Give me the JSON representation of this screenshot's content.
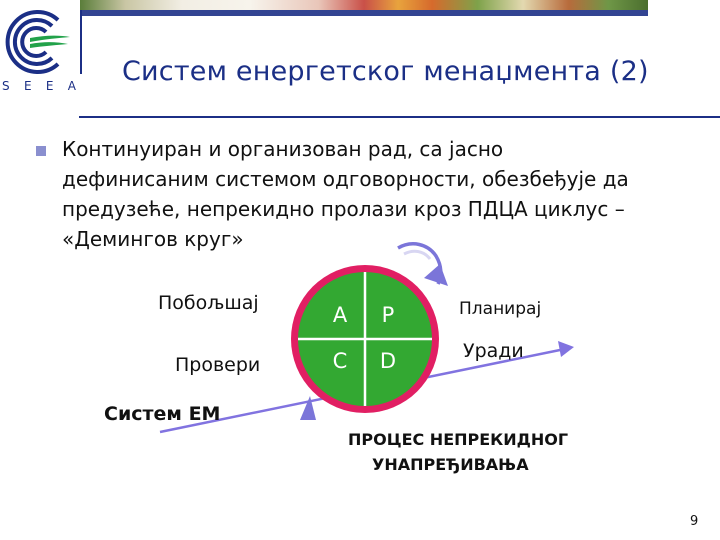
{
  "logo": {
    "letters": [
      "S",
      "E",
      "E",
      "A"
    ],
    "colors": {
      "blue": "#1b2f86",
      "green": "#22a24a"
    }
  },
  "header": {
    "title": "Систем енергетског менаџмента (2)"
  },
  "bullet": {
    "lines": [
      "Континуиран и организован рад, са јасно",
      "дефинисаним системом одговорности, обезбеђује да",
      "предузеће, непрекидно пролази кроз ПДЦА циклус –",
      "«Демингов круг»"
    ]
  },
  "diagram": {
    "quadrants": {
      "a": "A",
      "p": "P",
      "c": "C",
      "d": "D"
    },
    "labels": {
      "improve": "Побољшај",
      "check": "Провери",
      "plan": "Планирај",
      "do": "Уради",
      "system": "Систем ЕМ",
      "process_line1": "ПРОЦЕС НЕПРЕКИДНОГ",
      "process_line2": "УНАПРЕЂИВАЊА"
    },
    "colors": {
      "circle_fill": "#33a832",
      "circle_ring": "#e11f63",
      "arrow": "#7b75d9",
      "ramp": "#8173e0"
    }
  },
  "footer": {
    "page_number": "9"
  }
}
